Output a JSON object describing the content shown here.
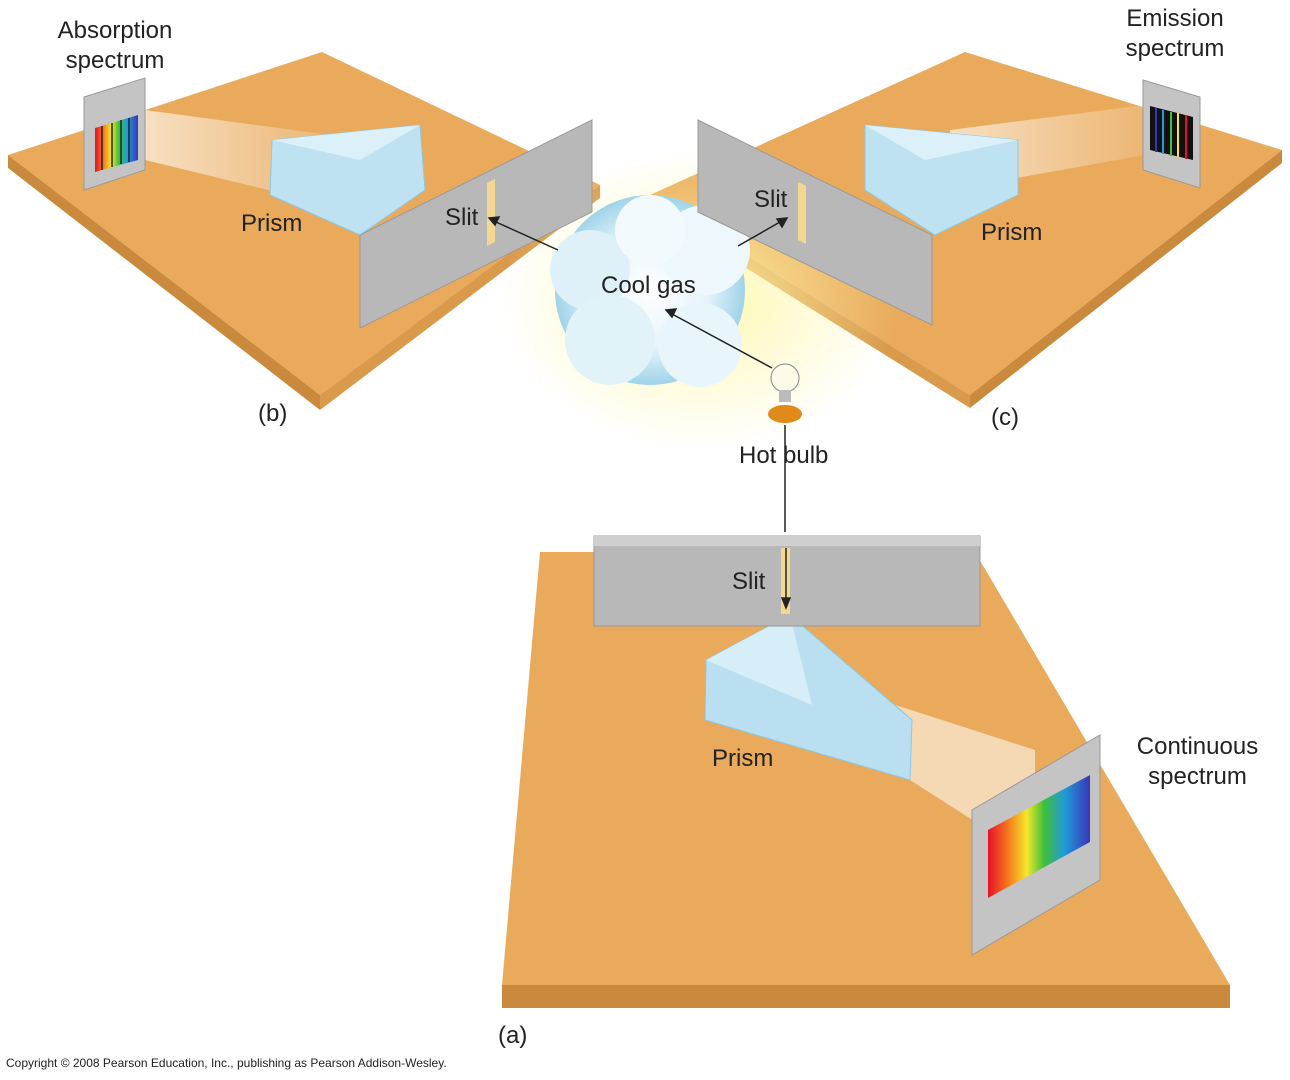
{
  "labels": {
    "absorption_spectrum": [
      "Absorption",
      "spectrum"
    ],
    "emission_spectrum": [
      "Emission",
      "spectrum"
    ],
    "continuous_spectrum": [
      "Continuous",
      "spectrum"
    ],
    "prism_b": "Prism",
    "prism_c": "Prism",
    "prism_a": "Prism",
    "slit_b": "Slit",
    "slit_c": "Slit",
    "slit_a": "Slit",
    "cool_gas": "Cool gas",
    "hot_bulb": "Hot bulb",
    "panel_a": "(a)",
    "panel_b": "(b)",
    "panel_c": "(c)"
  },
  "copyright": "Copyright © 2008 Pearson Education, Inc., publishing as Pearson Addison-Wesley.",
  "colors": {
    "table": "#e8a95a",
    "wall": "#b9b9b9",
    "gas": "#bfe3f2"
  }
}
